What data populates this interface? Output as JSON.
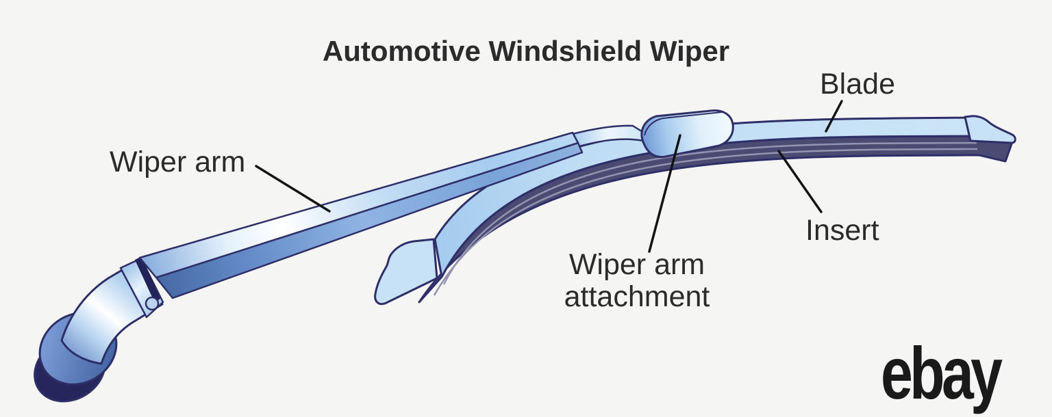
{
  "title": "Automotive Windshield Wiper",
  "labels": {
    "wiper_arm": "Wiper arm",
    "blade": "Blade",
    "insert": "Insert",
    "wiper_arm_attachment": "Wiper arm\nattachment"
  },
  "branding": {
    "logo": "ebay"
  },
  "diagram": {
    "parts": [
      "Wiper arm",
      "Wiper arm attachment",
      "Blade",
      "Insert"
    ]
  },
  "colors": {
    "background": "#f5f5f3",
    "text": "#2b2b2b",
    "leader_line": "#141414",
    "outline": "#2e2e68",
    "blade_fill_light": "#bedcf4",
    "insert_fill": "#4a4a73",
    "insert_stripe": "#9494b2",
    "pivot_dark": "#26265c",
    "logo": "#1a1a1a"
  }
}
